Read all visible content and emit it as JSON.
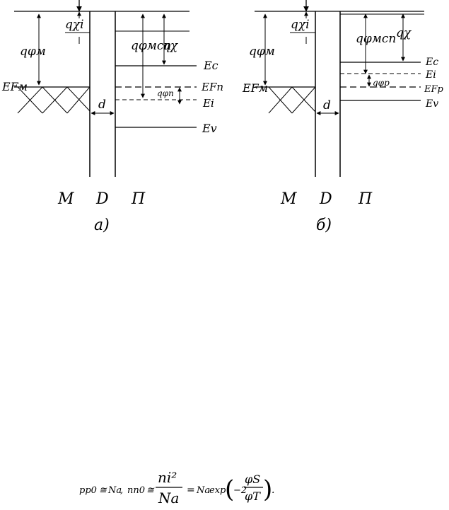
{
  "diagram_a": {
    "q_chi_i": "qχi",
    "q_phi_m": "qφм",
    "q_phi_msp": "qφмсп",
    "q_chi": "qχ",
    "q_phi_n": "qφп",
    "E_F_m": "EFм",
    "E_c": "Ec",
    "E_F_n": "EFп",
    "E_i": "Ei",
    "E_v": "Ev",
    "d": "d",
    "region_m": "М",
    "region_d": "D",
    "region_p": "П",
    "caption": "а)"
  },
  "diagram_b": {
    "q_chi_i": "qχi",
    "q_phi_m": "qφм",
    "q_phi_msp": "qφмсп",
    "q_chi": "qχ",
    "q_phi_p": "qφр",
    "E_F_m": "EFм",
    "E_c": "Ec",
    "E_i": "Ei",
    "E_F_p": "EFр",
    "E_v": "Ev",
    "d": "d",
    "region_m": "М",
    "region_d": "D",
    "region_p": "П",
    "caption": "б)"
  },
  "formula": {
    "p_p0": "pp0",
    "approx1": "≅",
    "N_a1": "Na",
    "comma": ", ",
    "n_n0": "nn0",
    "approx2": "≅",
    "n_i_sq": "ni²",
    "N_a2": "Na",
    "equals": "=",
    "N_a3": "Na",
    "exp": "exp",
    "minus_two": "−2",
    "phi_s": "φS",
    "phi_t": "φT",
    "period": "."
  }
}
